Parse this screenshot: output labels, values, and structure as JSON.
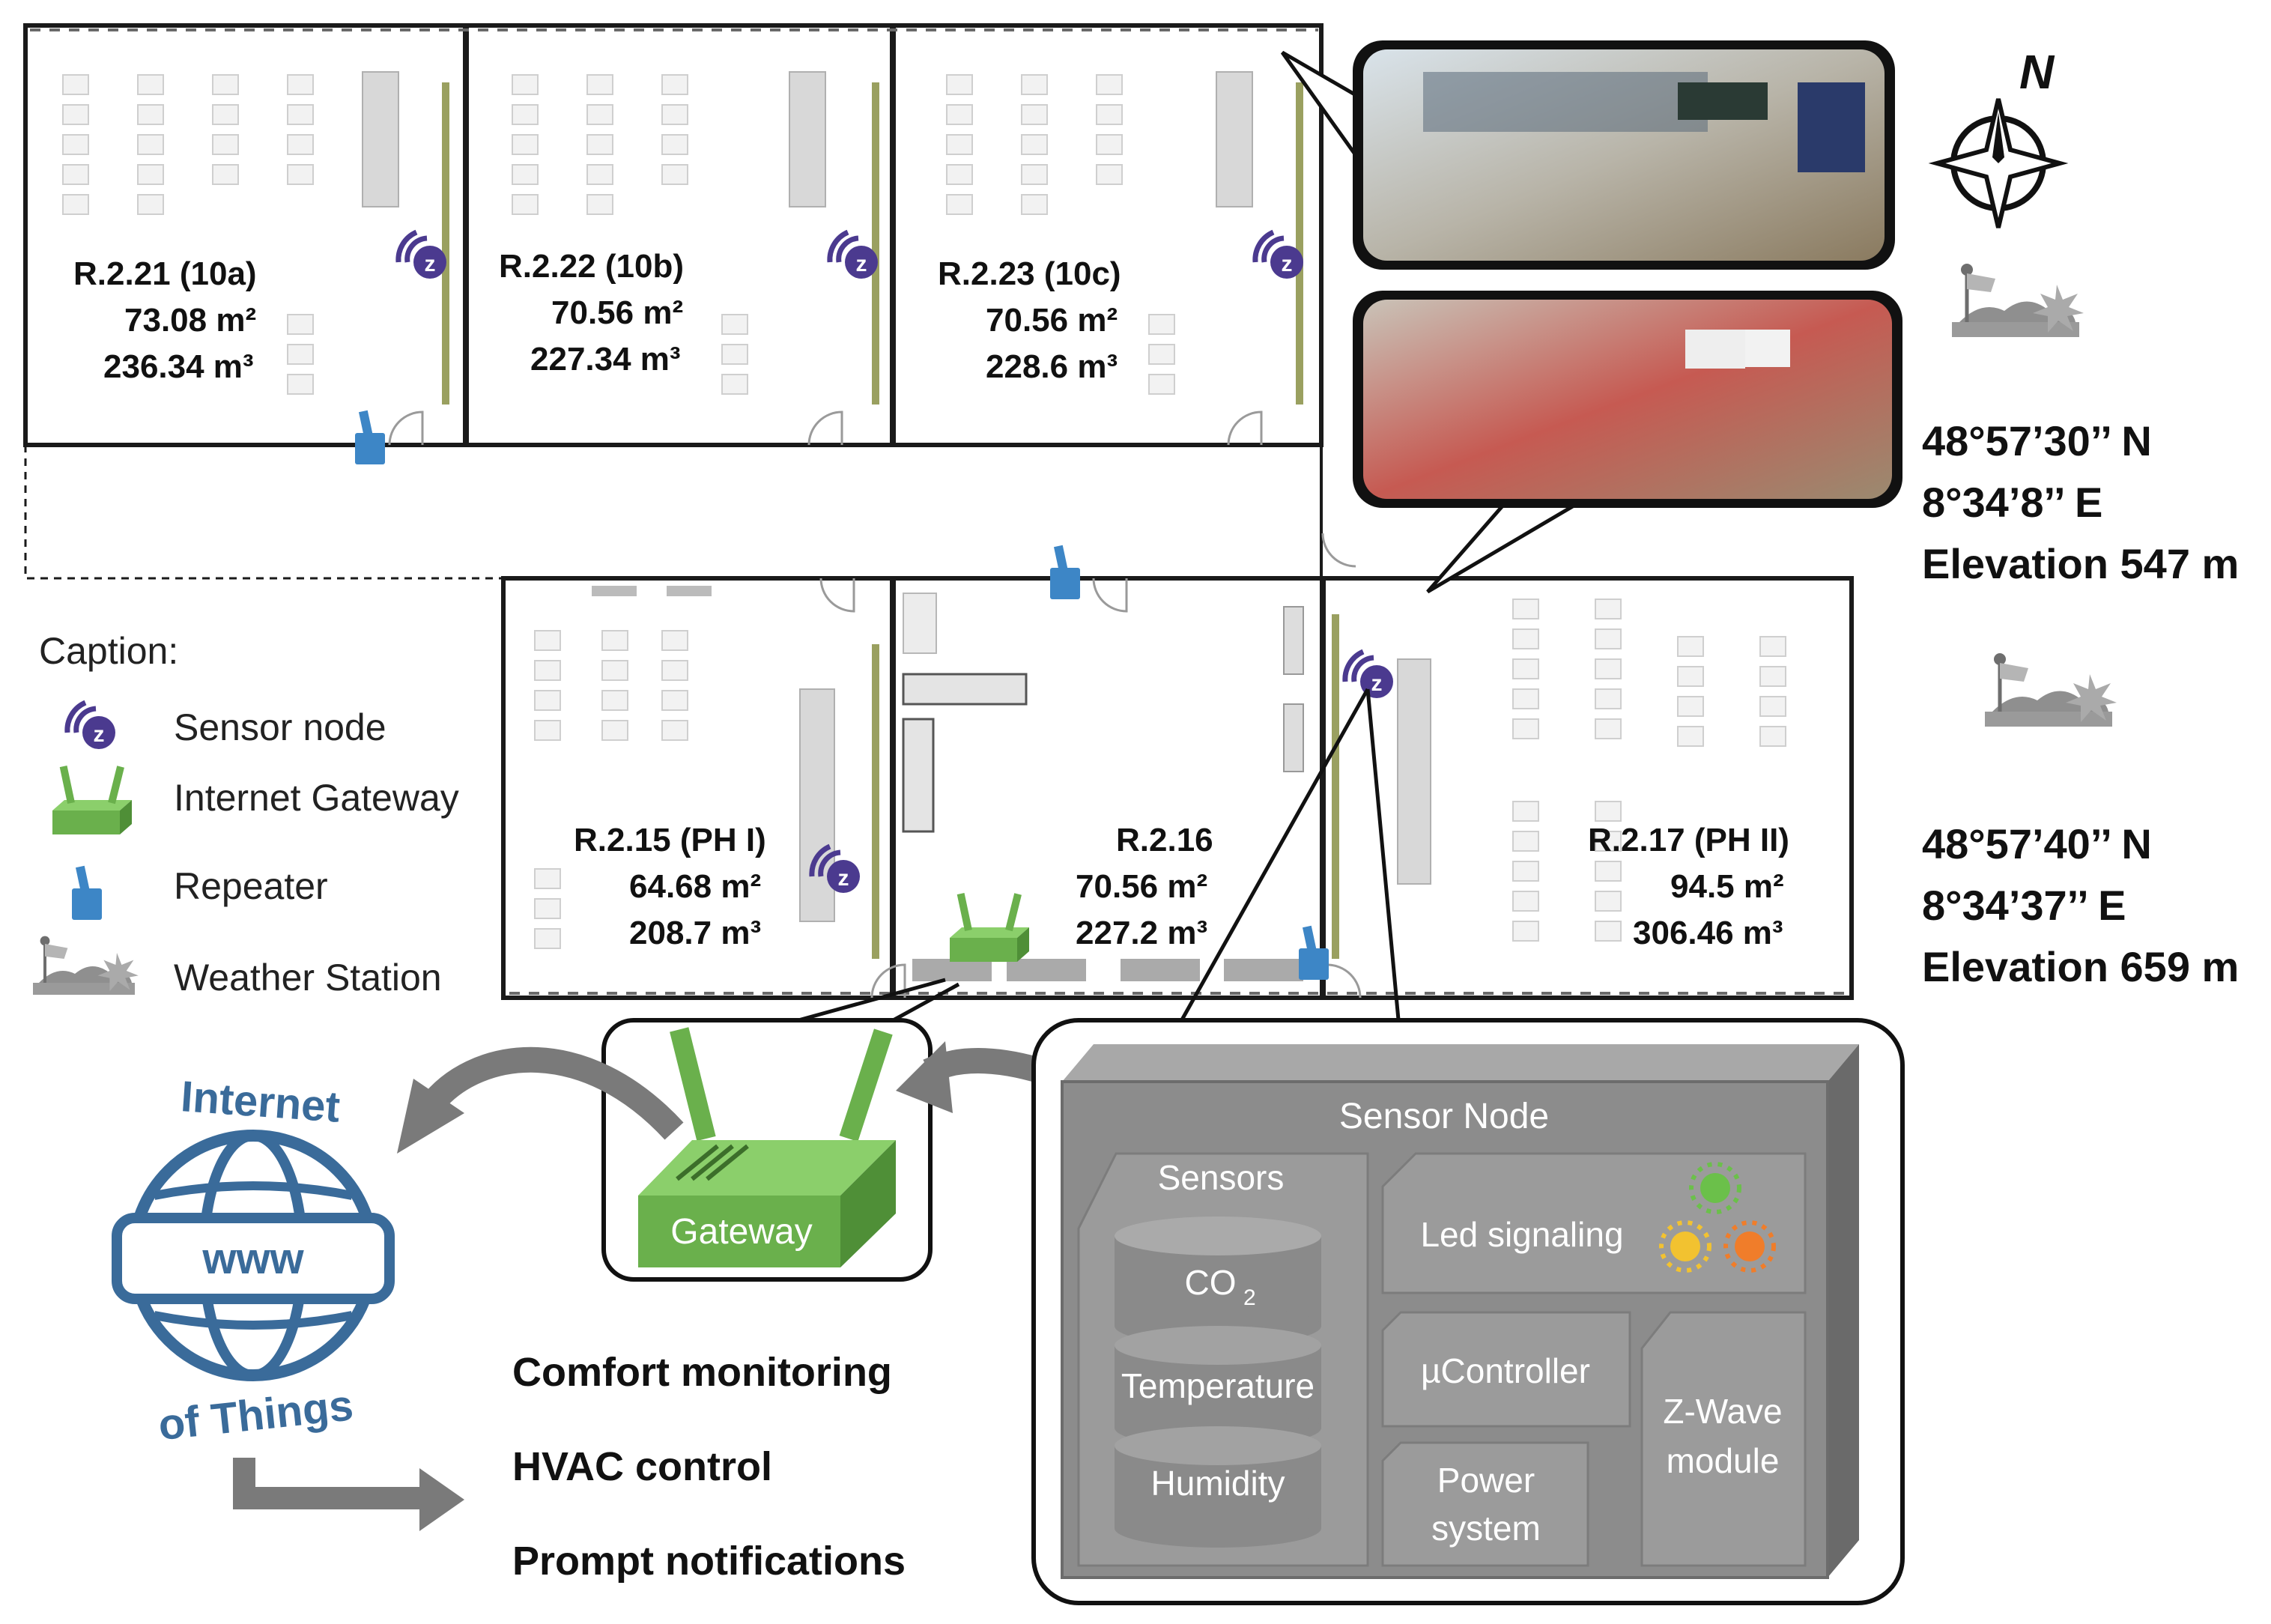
{
  "rooms": [
    {
      "name": "R.2.21 (10a)",
      "area": "73.08 m²",
      "volume": "236.34 m³"
    },
    {
      "name": "R.2.22 (10b)",
      "area": "70.56 m²",
      "volume": "227.34 m³"
    },
    {
      "name": "R.2.23 (10c)",
      "area": "70.56 m²",
      "volume": "228.6 m³"
    },
    {
      "name": "R.2.15 (PH I)",
      "area": "64.68 m²",
      "volume": "208.7 m³"
    },
    {
      "name": "R.2.16",
      "area": "70.56 m²",
      "volume": "227.2 m³"
    },
    {
      "name": "R.2.17 (PH II)",
      "area": "94.5 m²",
      "volume": "306.46 m³"
    }
  ],
  "caption": {
    "title": "Caption:",
    "items": [
      "Sensor node",
      "Internet Gateway",
      "Repeater",
      "Weather Station"
    ]
  },
  "compass": {
    "label": "N"
  },
  "stations": [
    {
      "lat": "48°57’30’’ N",
      "lon": "8°34’8’’ E",
      "elev": "Elevation 547 m"
    },
    {
      "lat": "48°57’40’’ N",
      "lon": "8°34’37’’ E",
      "elev": "Elevation 659 m"
    }
  ],
  "iot": {
    "top": "Internet",
    "middle": "www",
    "bottom": "of Things"
  },
  "gateway": {
    "label": "Gateway"
  },
  "uses": [
    "Comfort monitoring",
    "HVAC control",
    "Prompt notifications"
  ],
  "sensor_node": {
    "title": "Sensor Node",
    "sensors_title": "Sensors",
    "co2": "CO",
    "co2_sub": "2",
    "temperature": "Temperature",
    "humidity": "Humidity",
    "led": "Led signaling",
    "controller": "µController",
    "zwave_1": "Z-Wave",
    "zwave_2": "module",
    "power_1": "Power",
    "power_2": "system"
  },
  "colors": {
    "sensor_icon": "#4b3a8f",
    "gateway_green": "#6ab04c",
    "repeater_blue": "#3d86c6",
    "iot_blue": "#3a6b9a",
    "box_gray": "#8c8c8c"
  }
}
